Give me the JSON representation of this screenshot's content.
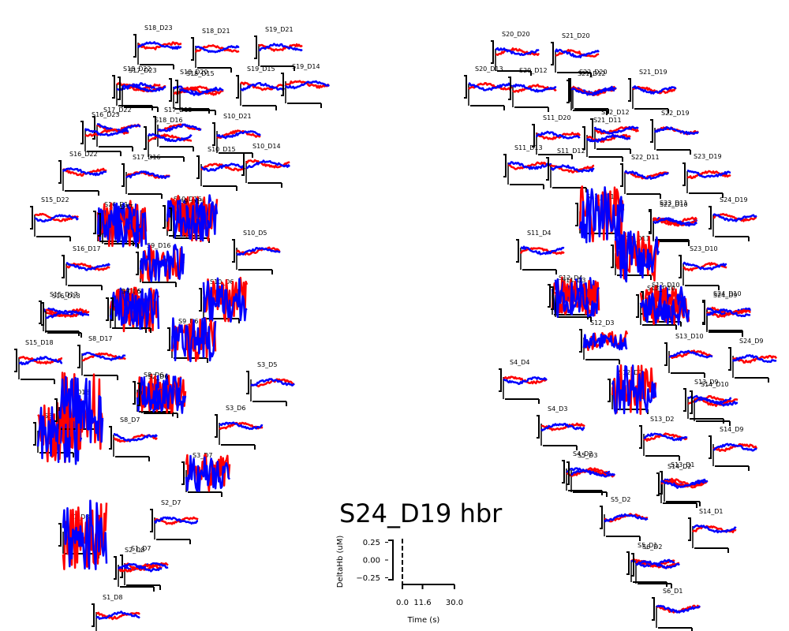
{
  "chart_data": {
    "type": "line",
    "title": "S24_D19 hbr",
    "series_colors": {
      "hbo": "#ff0000",
      "hbr": "#0000ff"
    },
    "reference_axis": {
      "ylabel": "DeltaHb (uM)",
      "xlabel": "Time (s)",
      "yticks": [
        0.25,
        0.0,
        -0.25
      ],
      "ytick_labels": [
        "0.25",
        "0.00",
        "−0.25"
      ],
      "xticks": [
        0.0,
        11.6,
        30.0
      ],
      "xtick_labels": [
        "0.0",
        "11.6",
        "30.0"
      ],
      "ylim": [
        -0.3,
        0.3
      ],
      "xlim": [
        0,
        30
      ]
    },
    "channels": [
      {
        "label": "S18_D23",
        "amp": 0.3
      },
      {
        "label": "S18_D21",
        "amp": 0.3
      },
      {
        "label": "S19_D21",
        "amp": 0.3
      },
      {
        "label": "S18_D22",
        "amp": 0.3
      },
      {
        "label": "S17_D23",
        "amp": 0.3
      },
      {
        "label": "S18_D20",
        "amp": 0.3
      },
      {
        "label": "S18_D15",
        "amp": 0.3
      },
      {
        "label": "S19_D15",
        "amp": 0.3
      },
      {
        "label": "S19_D14",
        "amp": 0.3
      },
      {
        "label": "S17_D22",
        "amp": 0.3
      },
      {
        "label": "S16_D23",
        "amp": 0.3
      },
      {
        "label": "S17_D15",
        "amp": 0.3
      },
      {
        "label": "S18_D16",
        "amp": 0.3
      },
      {
        "label": "S10_D21",
        "amp": 0.3
      },
      {
        "label": "S16_D22",
        "amp": 0.3
      },
      {
        "label": "S17_D16",
        "amp": 0.3
      },
      {
        "label": "S10_D15",
        "amp": 0.3
      },
      {
        "label": "S10_D14",
        "amp": 0.3
      },
      {
        "label": "S15_D22",
        "amp": 0.3
      },
      {
        "label": "S16_D16",
        "amp": 1.4
      },
      {
        "label": "S9_D17",
        "amp": 1.4
      },
      {
        "label": "S10_D16",
        "amp": 1.4
      },
      {
        "label": "S9_D15",
        "amp": 1.4
      },
      {
        "label": "S10_D5",
        "amp": 0.3
      },
      {
        "label": "S9_D16",
        "amp": 1.2
      },
      {
        "label": "S16_D17",
        "amp": 0.3
      },
      {
        "label": "S15_D17",
        "amp": 0.3
      },
      {
        "label": "S16_D18",
        "amp": 0.3
      },
      {
        "label": "S8_D16",
        "amp": 1.4
      },
      {
        "label": "S9_D5",
        "amp": 1.4
      },
      {
        "label": "S10_D6",
        "amp": 1.4
      },
      {
        "label": "S15_D18",
        "amp": 0.3
      },
      {
        "label": "S8_D17",
        "amp": 0.3
      },
      {
        "label": "S9_D6",
        "amp": 1.4
      },
      {
        "label": "S3_D5",
        "amp": 0.3
      },
      {
        "label": "S8_D18",
        "amp": 2.0
      },
      {
        "label": "S8_D6",
        "amp": 1.2
      },
      {
        "label": "S3_D6",
        "amp": 0.3
      },
      {
        "label": "S7_D18",
        "amp": 2.5
      },
      {
        "label": "S8_D7",
        "amp": 0.3
      },
      {
        "label": "S2_D6",
        "amp": 1.2
      },
      {
        "label": "S3_D7",
        "amp": 1.2
      },
      {
        "label": "S2_D7",
        "amp": 0.3
      },
      {
        "label": "S7_D8",
        "amp": 2.2
      },
      {
        "label": "S1_D7",
        "amp": 0.3
      },
      {
        "label": "S2_D8",
        "amp": 0.3
      },
      {
        "label": "S1_D8",
        "amp": 0.3
      },
      {
        "label": "S20_D20",
        "amp": 0.3
      },
      {
        "label": "S21_D20",
        "amp": 0.3
      },
      {
        "label": "S20_D13",
        "amp": 0.3
      },
      {
        "label": "S20_D12",
        "amp": 0.3
      },
      {
        "label": "S22_D20",
        "amp": 0.3
      },
      {
        "label": "S21_D12",
        "amp": 0.3
      },
      {
        "label": "S21_D19",
        "amp": 0.3
      },
      {
        "label": "S11_D20",
        "amp": 0.3
      },
      {
        "label": "S22_D12",
        "amp": 0.3
      },
      {
        "label": "S21_D11",
        "amp": 0.3
      },
      {
        "label": "S22_D19",
        "amp": 0.3
      },
      {
        "label": "S11_D13",
        "amp": 0.3
      },
      {
        "label": "S11_D12",
        "amp": 0.3
      },
      {
        "label": "S22_D11",
        "amp": 0.3
      },
      {
        "label": "S23_D19",
        "amp": 0.3
      },
      {
        "label": "S11_D11",
        "amp": 1.8
      },
      {
        "label": "S23_D11",
        "amp": 0.3
      },
      {
        "label": "S22_D10",
        "amp": 0.3
      },
      {
        "label": "S24_D19",
        "amp": 0.3
      },
      {
        "label": "S11_D4",
        "amp": 0.3
      },
      {
        "label": "S12_D11",
        "amp": 1.6
      },
      {
        "label": "S23_D10",
        "amp": 0.3
      },
      {
        "label": "S12_D4",
        "amp": 1.2
      },
      {
        "label": "S11_D3",
        "amp": 1.2
      },
      {
        "label": "S12_D10",
        "amp": 1.2
      },
      {
        "label": "S13_D10",
        "amp": 1.2
      },
      {
        "label": "S24_D10",
        "amp": 0.3
      },
      {
        "label": "S24_D9",
        "amp": 0.3
      },
      {
        "label": "S12_D3",
        "amp": 0.6
      },
      {
        "label": "S13_D10",
        "amp": 0.3
      },
      {
        "label": "S24_D9",
        "amp": 0.3
      },
      {
        "label": "S4_D4",
        "amp": 0.3
      },
      {
        "label": "S12_D2",
        "amp": 1.6
      },
      {
        "label": "S13_D9",
        "amp": 0.3
      },
      {
        "label": "S14_D10",
        "amp": 0.3
      },
      {
        "label": "S4_D3",
        "amp": 0.3
      },
      {
        "label": "S13_D2",
        "amp": 0.3
      },
      {
        "label": "S14_D9",
        "amp": 0.3
      },
      {
        "label": "S4_D2",
        "amp": 0.3
      },
      {
        "label": "S5_D3",
        "amp": 0.3
      },
      {
        "label": "S13_D1",
        "amp": 0.3
      },
      {
        "label": "S14_D2",
        "amp": 0.3
      },
      {
        "label": "S5_D2",
        "amp": 0.3
      },
      {
        "label": "S14_D1",
        "amp": 0.3
      },
      {
        "label": "S5_D1",
        "amp": 0.3
      },
      {
        "label": "S6_D2",
        "amp": 0.3
      },
      {
        "label": "S6_D1",
        "amp": 0.3
      }
    ]
  }
}
